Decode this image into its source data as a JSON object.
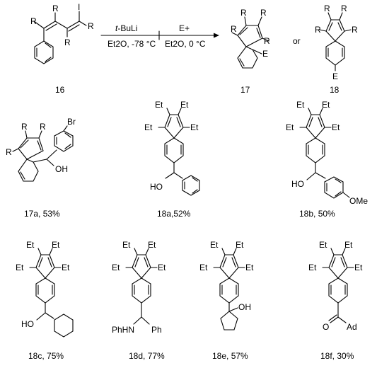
{
  "reaction": {
    "reagent1": "t-BuLi",
    "reagent1_prefix": "t",
    "reagent1_suffix": "-BuLi",
    "cond1": "Et2O, -78 °C",
    "electrophile": "E+",
    "cond2": "Et2O, 0 °C",
    "or": "or"
  },
  "atoms": {
    "R": "R",
    "I": "I",
    "E": "E",
    "Et": "Et",
    "Br": "Br",
    "OH": "OH",
    "HO": "HO",
    "OMe": "OMe",
    "PhHN": "PhHN",
    "Ph": "Ph",
    "O": "O",
    "Ad": "Ad"
  },
  "compounds": {
    "c16": "16",
    "c17": "17",
    "c18": "18",
    "c17a": "17a, 53%",
    "c18a": "18a,52%",
    "c18b": "18b, 50%",
    "c18c": "18c, 75%",
    "c18d": "18d, 77%",
    "c18e": "18e, 57%",
    "c18f": "18f, 30%"
  }
}
